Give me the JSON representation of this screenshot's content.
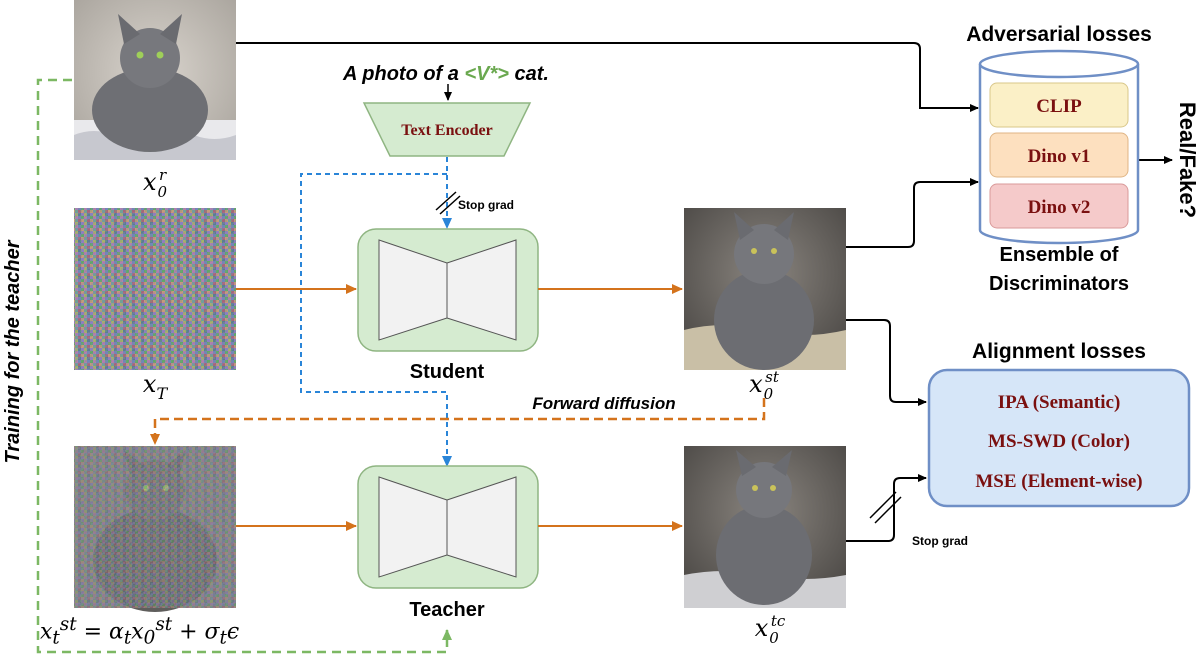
{
  "prompt": {
    "prefix": "A photo of a ",
    "token": "<V*>",
    "suffix": " cat."
  },
  "text_encoder": "Text Encoder",
  "stop_grad_1": "Stop grad",
  "stop_grad_2": "Stop grad",
  "student": "Student",
  "teacher": "Teacher",
  "forward_diffusion": "Forward diffusion",
  "training_for_teacher": "Training for the teacher",
  "adversarial": {
    "title": "Adversarial losses",
    "items": [
      "CLIP",
      "Dino v1",
      "Dino v2"
    ],
    "caption_line1": "Ensemble of",
    "caption_line2": "Discriminators",
    "output": "Real/Fake?"
  },
  "alignment": {
    "title": "Alignment losses",
    "items": [
      "IPA (Semantic)",
      "MS-SWD (Color)",
      "MSE (Element-wise)"
    ]
  },
  "labels": {
    "x0r_base": "x",
    "x0r_sub": "0",
    "x0r_sup": "r",
    "xT_base": "x",
    "xT_sub": "T",
    "x0st_base": "x",
    "x0st_sub": "0",
    "x0st_sup": "st",
    "x0tc_base": "x",
    "x0tc_sub": "0",
    "x0tc_sup": "tc",
    "noisy_eq": "x<sub>t</sub><sup>st</sup> = α<sub>t</sub>x<sub>0</sub><sup>st</sup> + σ<sub>t</sub>ϵ"
  },
  "colors": {
    "orange": "#d4731c",
    "green": "#7cb863",
    "blue": "#2a85d8",
    "prompt_token": "#6aa84f",
    "box_fill": "#d5ebd0",
    "align_fill": "#d6e6f8",
    "align_stroke": "#6f8fc6"
  }
}
